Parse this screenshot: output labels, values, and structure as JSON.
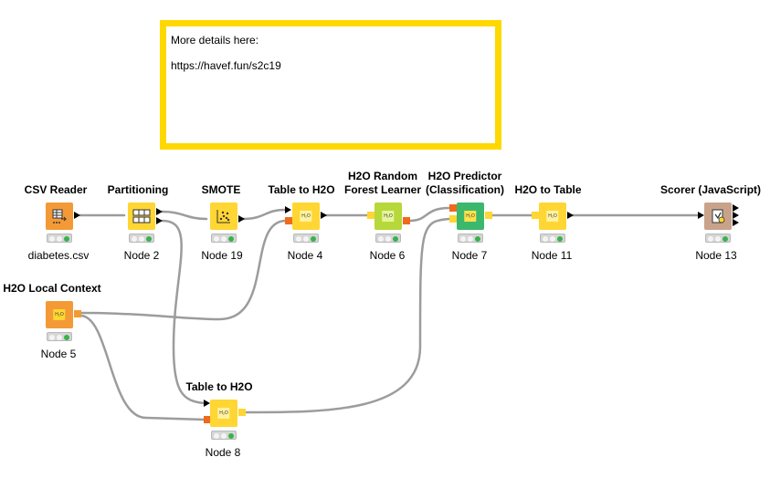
{
  "annotation": {
    "line1": "More details here:",
    "line2": "https://havef.fun/s2c19",
    "border_color": "#ffd800"
  },
  "colors": {
    "source": "#f39a36",
    "manipulator": "#ffd633",
    "learner": "#b6d83b",
    "predictor": "#3bb86c",
    "visualizer": "#c9a389",
    "connection": "#9c9c9c",
    "h2o_port": "#f06a1d",
    "status_ok": "#36b34a"
  },
  "nodes": [
    {
      "id": "csv-reader",
      "title": "CSV Reader",
      "label": "diabetes.csv",
      "type": "source",
      "icon": "file-reader-icon"
    },
    {
      "id": "partitioning",
      "title": "Partitioning",
      "label": "Node 2",
      "type": "manipulator",
      "icon": "table-split-icon"
    },
    {
      "id": "smote",
      "title": "SMOTE",
      "label": "Node 19",
      "type": "manipulator",
      "icon": "scatter-icon"
    },
    {
      "id": "table-to-h2o-4",
      "title": "Table to H2O",
      "label": "Node 4",
      "type": "manipulator",
      "icon": "h2o-icon"
    },
    {
      "id": "h2o-rf-learner",
      "title_lines": [
        "H2O Random",
        "Forest Learner"
      ],
      "label": "Node 6",
      "type": "learner",
      "icon": "h2o-icon"
    },
    {
      "id": "h2o-predictor",
      "title_lines": [
        "H2O Predictor",
        "(Classification)"
      ],
      "label": "Node 7",
      "type": "predictor",
      "icon": "h2o-icon"
    },
    {
      "id": "h2o-to-table",
      "title": "H2O to Table",
      "label": "Node 11",
      "type": "manipulator",
      "icon": "h2o-icon"
    },
    {
      "id": "scorer",
      "title": "Scorer (JavaScript)",
      "label": "Node 13",
      "type": "visualizer",
      "icon": "scorer-icon"
    },
    {
      "id": "h2o-local-context",
      "title": "H2O Local Context",
      "label": "Node 5",
      "type": "source",
      "icon": "h2o-icon"
    },
    {
      "id": "table-to-h2o-8",
      "title": "Table to H2O",
      "label": "Node 8",
      "type": "manipulator",
      "icon": "h2o-icon"
    }
  ],
  "h2o_glyph": "H₂O"
}
